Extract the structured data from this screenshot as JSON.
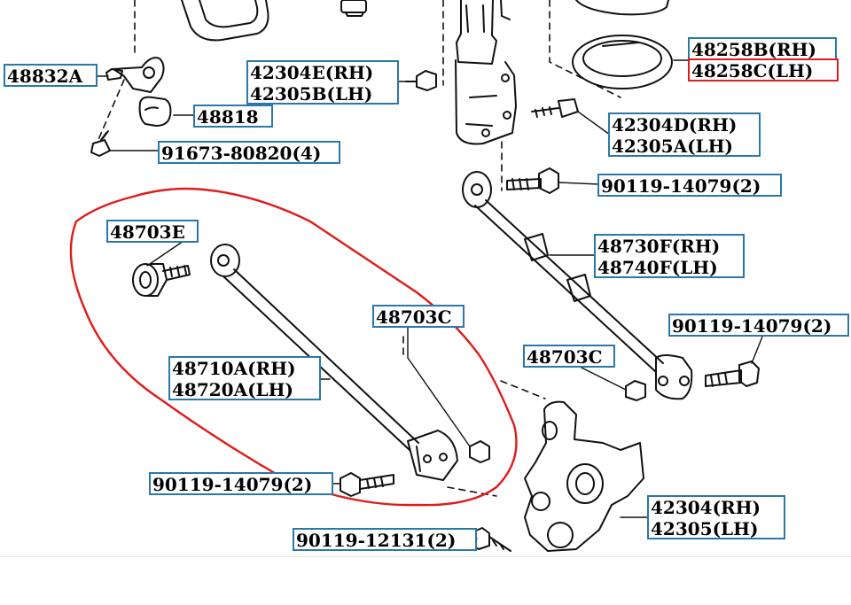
{
  "colors": {
    "callout_border": "#2a78a8",
    "highlight_border": "#e01b1b",
    "circle_annotation": "#e01b1b",
    "line_art": "#111111"
  },
  "parts": {
    "p48832A": "48832A",
    "p48818": "48818",
    "p91673": "91673-80820(4)",
    "p42304E_rh": "42304E(RH)",
    "p42305B_lh": "42305B(LH)",
    "p48258B_rh": "48258B(RH)",
    "p48258C_lh": "48258C(LH)",
    "p42304D_rh": "42304D(RH)",
    "p42305A_lh": "42305A(LH)",
    "p90119_14079_top": "90119-14079(2)",
    "p48703E": "48703E",
    "p48730F_rh": "48730F(RH)",
    "p48740F_lh": "48740F(LH)",
    "p48703C_left": "48703C",
    "p48703C_right": "48703C",
    "p90119_14079_right": "90119-14079(2)",
    "p48710A_rh": "48710A(RH)",
    "p48720A_lh": "48720A(LH)",
    "p90119_14079_bottom": "90119-14079(2)",
    "p42304_rh": "42304(RH)",
    "p42305_lh": "42305(LH)",
    "p90119_12131": "90119-12131(2)"
  }
}
